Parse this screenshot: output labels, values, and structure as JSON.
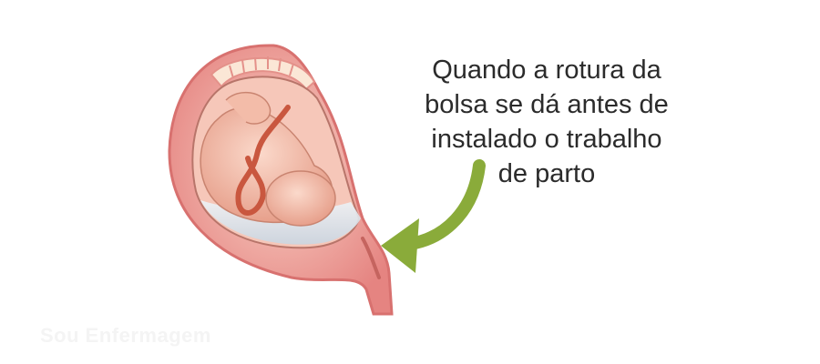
{
  "caption": {
    "lines": [
      "Quando a rotura da",
      "bolsa se dá antes de",
      "instalado o trabalho",
      "de parto"
    ]
  },
  "watermark": "Sou Enfermagem",
  "colors": {
    "arrow": "#8aab3a",
    "uterus_wall": "#e88a86",
    "uterus_inner": "#f7c9be",
    "fetus": "#f2b9a6",
    "umbilical_cord": "#cc5a42",
    "amniotic_fluid": "#dde6ee",
    "caption_text": "#2b2b2b"
  },
  "icons": [
    "curved-arrow-icon"
  ]
}
